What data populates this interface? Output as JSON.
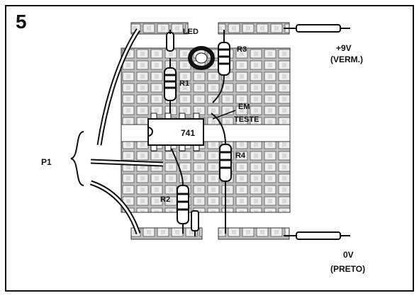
{
  "figure": {
    "number": "5",
    "labels": {
      "led": "LED",
      "r1": "R1",
      "r2": "R2",
      "r3": "R3",
      "r4": "R4",
      "ic": "741",
      "under_test_line1": "EM",
      "under_test_line2": "TESTE",
      "p1": "P1",
      "positive_voltage": "+9V",
      "positive_color": "(VERM.)",
      "ground_voltage": "0V",
      "ground_color": "(PRETO)"
    }
  },
  "colors": {
    "ink": "#111111",
    "board": "#cfcfcf",
    "pad": "#f2f2f2",
    "paper": "#ffffff"
  }
}
